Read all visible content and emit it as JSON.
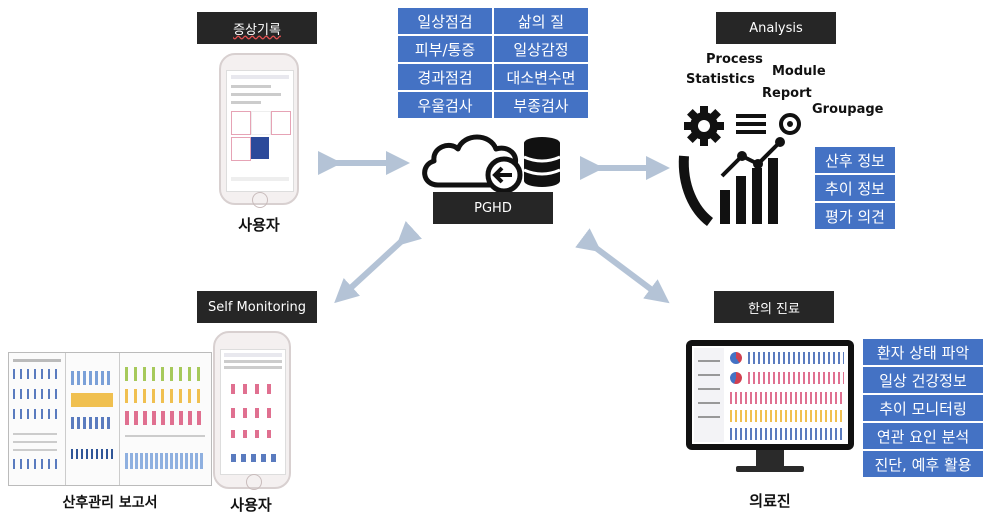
{
  "top_left": {
    "label": "증상기록",
    "caption": "사용자"
  },
  "center": {
    "items": [
      "일상점검",
      "삶의 질",
      "피부/통증",
      "일상감정",
      "경과점검",
      "대소변수면",
      "우울검사",
      "부종검사"
    ],
    "pghd": "PGHD"
  },
  "analysis": {
    "label": "Analysis",
    "terms": [
      "Process",
      "Statistics",
      "Module",
      "Report",
      "Groupage"
    ],
    "items": [
      "산후 정보",
      "추이 정보",
      "평가 의견"
    ]
  },
  "self_monitoring": {
    "label": "Self Monitoring",
    "caption_report": "산후관리 보고서",
    "caption_user": "사용자"
  },
  "clinic": {
    "label": "한의 진료",
    "items": [
      "환자 상태 파악",
      "일상 건강정보",
      "추이 모니터링",
      "연관 요인 분석",
      "진단, 예후 활용"
    ],
    "caption": "의료진"
  },
  "colors": {
    "blue": "#4472c4",
    "dark": "#262626",
    "arrow": "#b4c3d6"
  }
}
